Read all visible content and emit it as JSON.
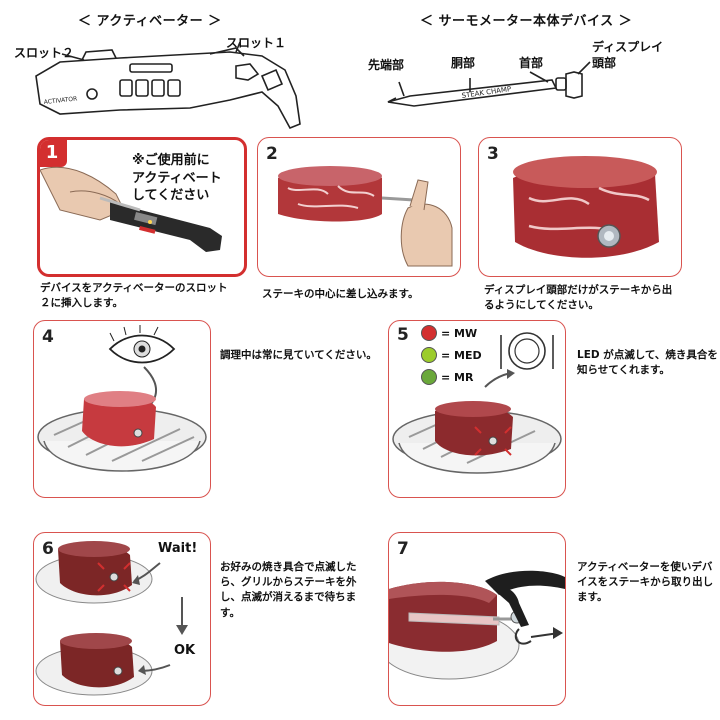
{
  "header": {
    "activator_title": "＜ アクティベーター ＞",
    "device_title": "＜ サーモメーター本体デバイス ＞"
  },
  "activator": {
    "slot2_label": "スロット２",
    "slot1_label": "スロット１",
    "body_text": "ACTIVATOR"
  },
  "device": {
    "tip_label": "先端部",
    "body_label": "胴部",
    "neck_label": "首部",
    "display_label_line1": "ディスプレイ",
    "display_label_line2": "頭部",
    "engraving": "STEAK CHAMP"
  },
  "steps": [
    {
      "number": "1",
      "warning_line1": "※ご使用前に",
      "warning_line2": "アクティベート",
      "warning_line3": "してください",
      "caption_line1": "デバイスをアクティベーターのスロット",
      "caption_line2": "２に挿入します。"
    },
    {
      "number": "2",
      "caption_line1": "ステーキの中心に差し込みます。"
    },
    {
      "number": "3",
      "caption_line1": "ディスプレイ頭部だけがステーキから出",
      "caption_line2": "るようにしてください。"
    },
    {
      "number": "4",
      "caption_line1": "調理中は常に見ていてください。"
    },
    {
      "number": "5",
      "legend": [
        {
          "label": "= MW",
          "color": "#d32f2f"
        },
        {
          "label": "= MED",
          "color": "#9ccc2c"
        },
        {
          "label": "= MR",
          "color": "#6aa83a"
        }
      ],
      "caption_line1": "LED が点滅して、焼き具合を",
      "caption_line2": "知らせてくれます。"
    },
    {
      "number": "6",
      "wait_label": "Wait!",
      "ok_label": "OK",
      "caption_line1": "お好みの焼き具合で点滅した",
      "caption_line2": "ら、グリルからステーキを外",
      "caption_line3": "し、点滅が消えるまで待ちま",
      "caption_line4": "す。"
    },
    {
      "number": "7",
      "caption_line1": "アクティベーターを使いデバ",
      "caption_line2": "イスをステーキから取り出し",
      "caption_line3": "ます。"
    }
  ],
  "colors": {
    "accent_red": "#d32f2f",
    "panel_border": "#d9534f",
    "meat": "#9c2a2a",
    "meat_light": "#c85a5a",
    "grill": "#eeeeee"
  }
}
